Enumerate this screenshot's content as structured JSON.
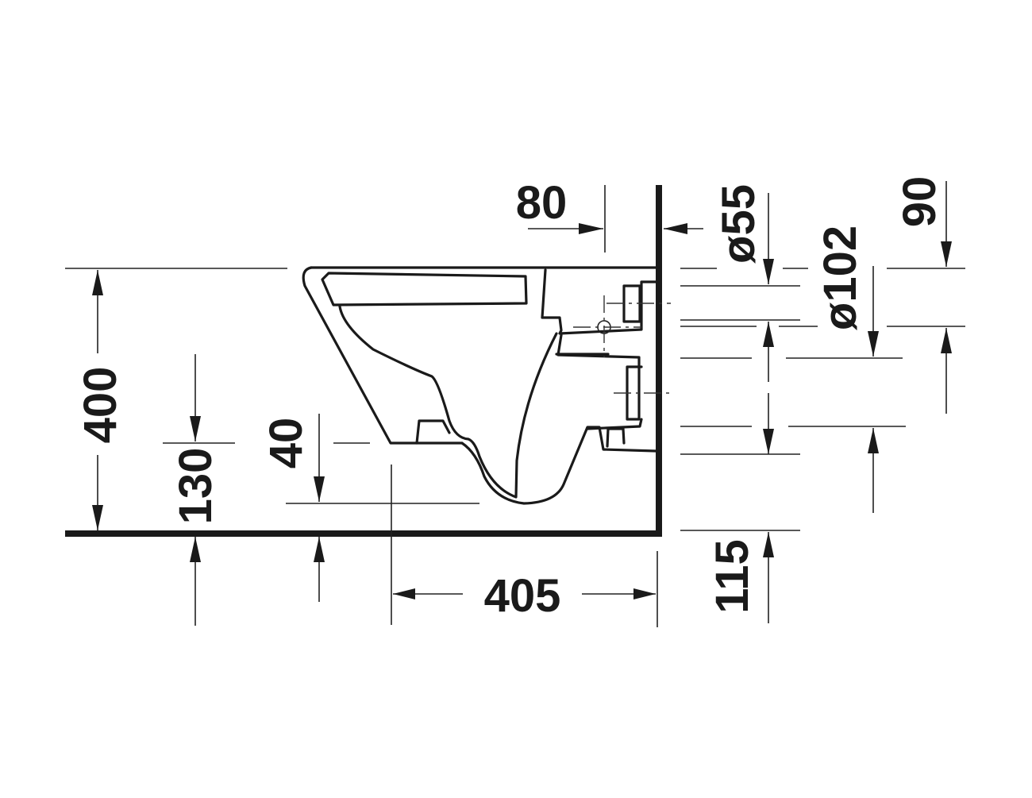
{
  "drawing": {
    "subject": "Wall-mounted toilet side elevation",
    "colors": {
      "line": "#1a1a1a",
      "background": "#ffffff"
    },
    "dimensions": {
      "height_total": "400",
      "height_outlet": "130",
      "bottom_clearance": "40",
      "depth": "405",
      "rim_setback": "80",
      "inlet_diameter": "ø55",
      "outlet_diameter": "ø102",
      "inlet_offset": "90",
      "floor_to_mount": "115"
    }
  }
}
